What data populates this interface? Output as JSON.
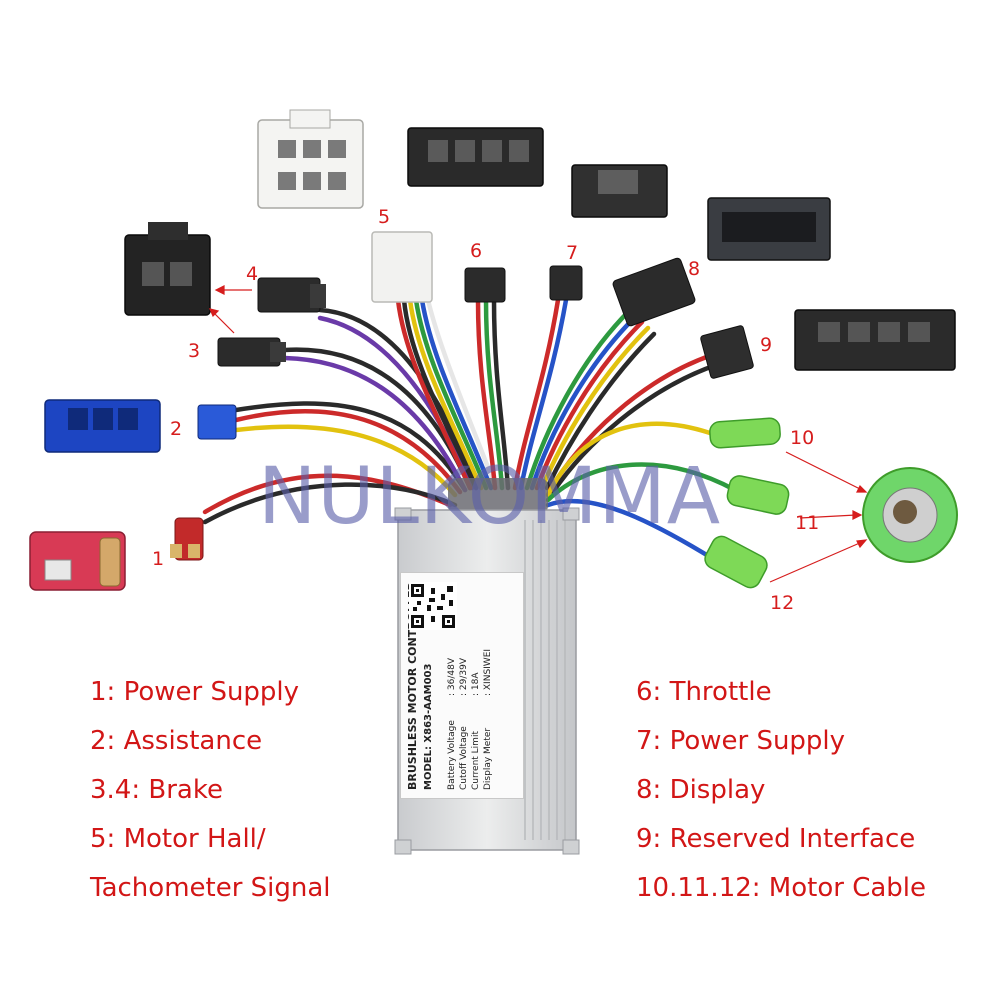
{
  "watermark": "NULKOMMA",
  "colors": {
    "annotation_red": "#d61d1d",
    "watermark": "#5a60aa",
    "controller_body": "#d9dadc",
    "green_bullet": "#7ed957"
  },
  "callouts": [
    {
      "id": "1",
      "text": "1"
    },
    {
      "id": "2",
      "text": "2"
    },
    {
      "id": "3",
      "text": "3"
    },
    {
      "id": "4",
      "text": "4"
    },
    {
      "id": "5",
      "text": "5"
    },
    {
      "id": "6",
      "text": "6"
    },
    {
      "id": "7",
      "text": "7"
    },
    {
      "id": "8",
      "text": "8"
    },
    {
      "id": "9",
      "text": "9"
    },
    {
      "id": "10",
      "text": "10"
    },
    {
      "id": "11",
      "text": "11"
    },
    {
      "id": "12",
      "text": "12"
    }
  ],
  "legend_left": [
    "1: Power Supply",
    "2: Assistance",
    "3.4: Brake",
    "5: Motor Hall/",
    "Tachometer Signal"
  ],
  "legend_right": [
    "6: Throttle",
    "7: Power Supply",
    "8: Display",
    "9: Reserved Interface",
    "10.11.12: Motor Cable"
  ],
  "controller_label": {
    "heading": "BRUSHLESS MOTOR CONTROLLER",
    "model": "MODEL: X863-AAM003",
    "specs": [
      {
        "name": "Battery Voltage",
        "value": ": 36/48V"
      },
      {
        "name": "Cutoff  Voltage",
        "value": ": 29/39V"
      },
      {
        "name": "Current  Limit",
        "value": ": 18A"
      },
      {
        "name": "Display Meter",
        "value": ": XINSIWEI"
      }
    ]
  }
}
